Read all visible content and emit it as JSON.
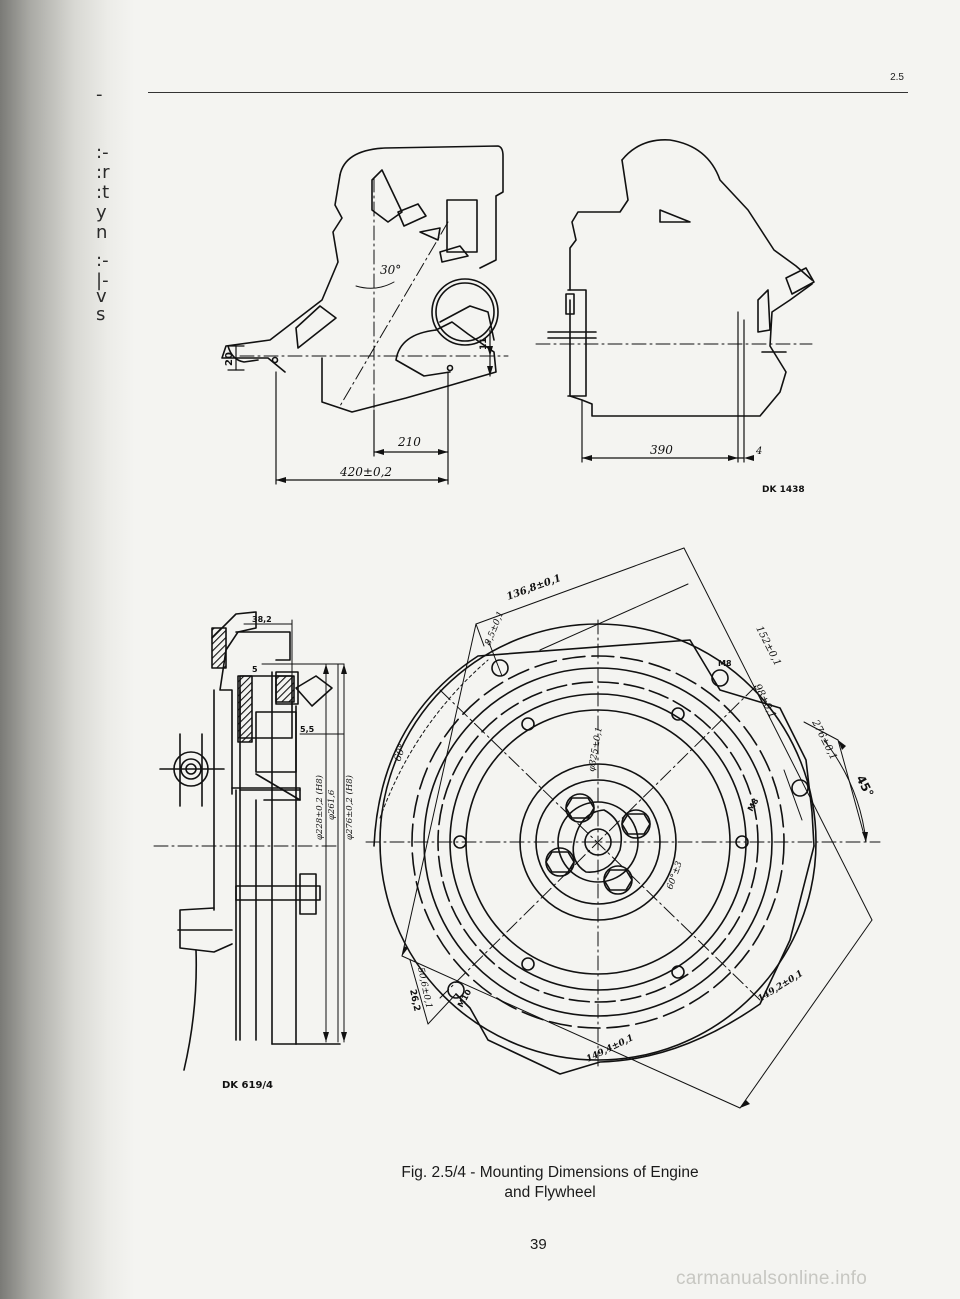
{
  "section_number": "2.5",
  "margin_fragments": [
    "-",
    ":-",
    ":r",
    ":t",
    "y",
    "n",
    ":-",
    "|-",
    "v",
    "s"
  ],
  "figure": {
    "caption_line1": "Fig. 2.5/4 - Mounting Dimensions of Engine",
    "caption_line2": "and Flywheel"
  },
  "page_number": "39",
  "watermark": "carmanualsonline.info",
  "front_view": {
    "angle": "30°",
    "dim_left": "20",
    "dim_right": "11",
    "dim_half": "210",
    "dim_full": "420±0,2"
  },
  "side_view": {
    "dim_length": "390",
    "dim_offset": "4",
    "drawing_ref": "DK 1438"
  },
  "flywheel": {
    "dim_top": "136,8±0,1",
    "dim_flange": "8,5±0,1",
    "dim_right_1": "152±0,1",
    "dim_right_2": "98±0,1",
    "dim_right_3": "276±0,1",
    "dim_pcd": "φ325±0,1",
    "hole_1": "M8",
    "hole_2": "M8",
    "hole_3": "M10",
    "angle_1": "60°",
    "angle_2": "45°",
    "angle_3": "60°±3",
    "dim_bottom_right": "149,2±0,1",
    "dim_bottom": "149,4±0,1",
    "dim_bottom_left": "50,6±0,1",
    "dim_bottom_left_2": "26,2"
  },
  "section_view": {
    "dim_top": "38,2",
    "dim_small": "5",
    "dim_gap": "5,5",
    "dim_d1": "φ228±0,2 (H8)",
    "dim_d2": "φ261,6",
    "dim_d3": "φ276±0,2 (H8)",
    "drawing_ref": "DK 619/4"
  }
}
